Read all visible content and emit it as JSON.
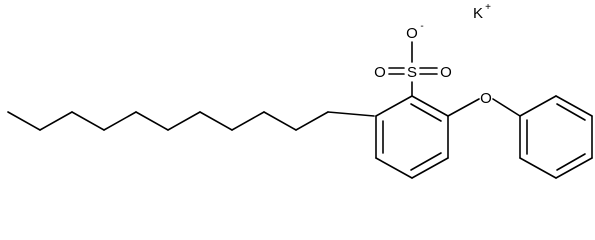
{
  "molecule": {
    "counterion": {
      "symbol": "K",
      "charge": "+"
    },
    "sulfonate": {
      "sulfur": "S",
      "oxygen_double_left": "O",
      "oxygen_double_right": "O",
      "oxygen_anion": "O",
      "anion_charge": "-"
    },
    "ether_oxygen": "O",
    "alkyl_chain": {
      "name": "undecyl",
      "carbon_count": 11
    },
    "rings": [
      "central-benzene",
      "phenyl"
    ]
  }
}
